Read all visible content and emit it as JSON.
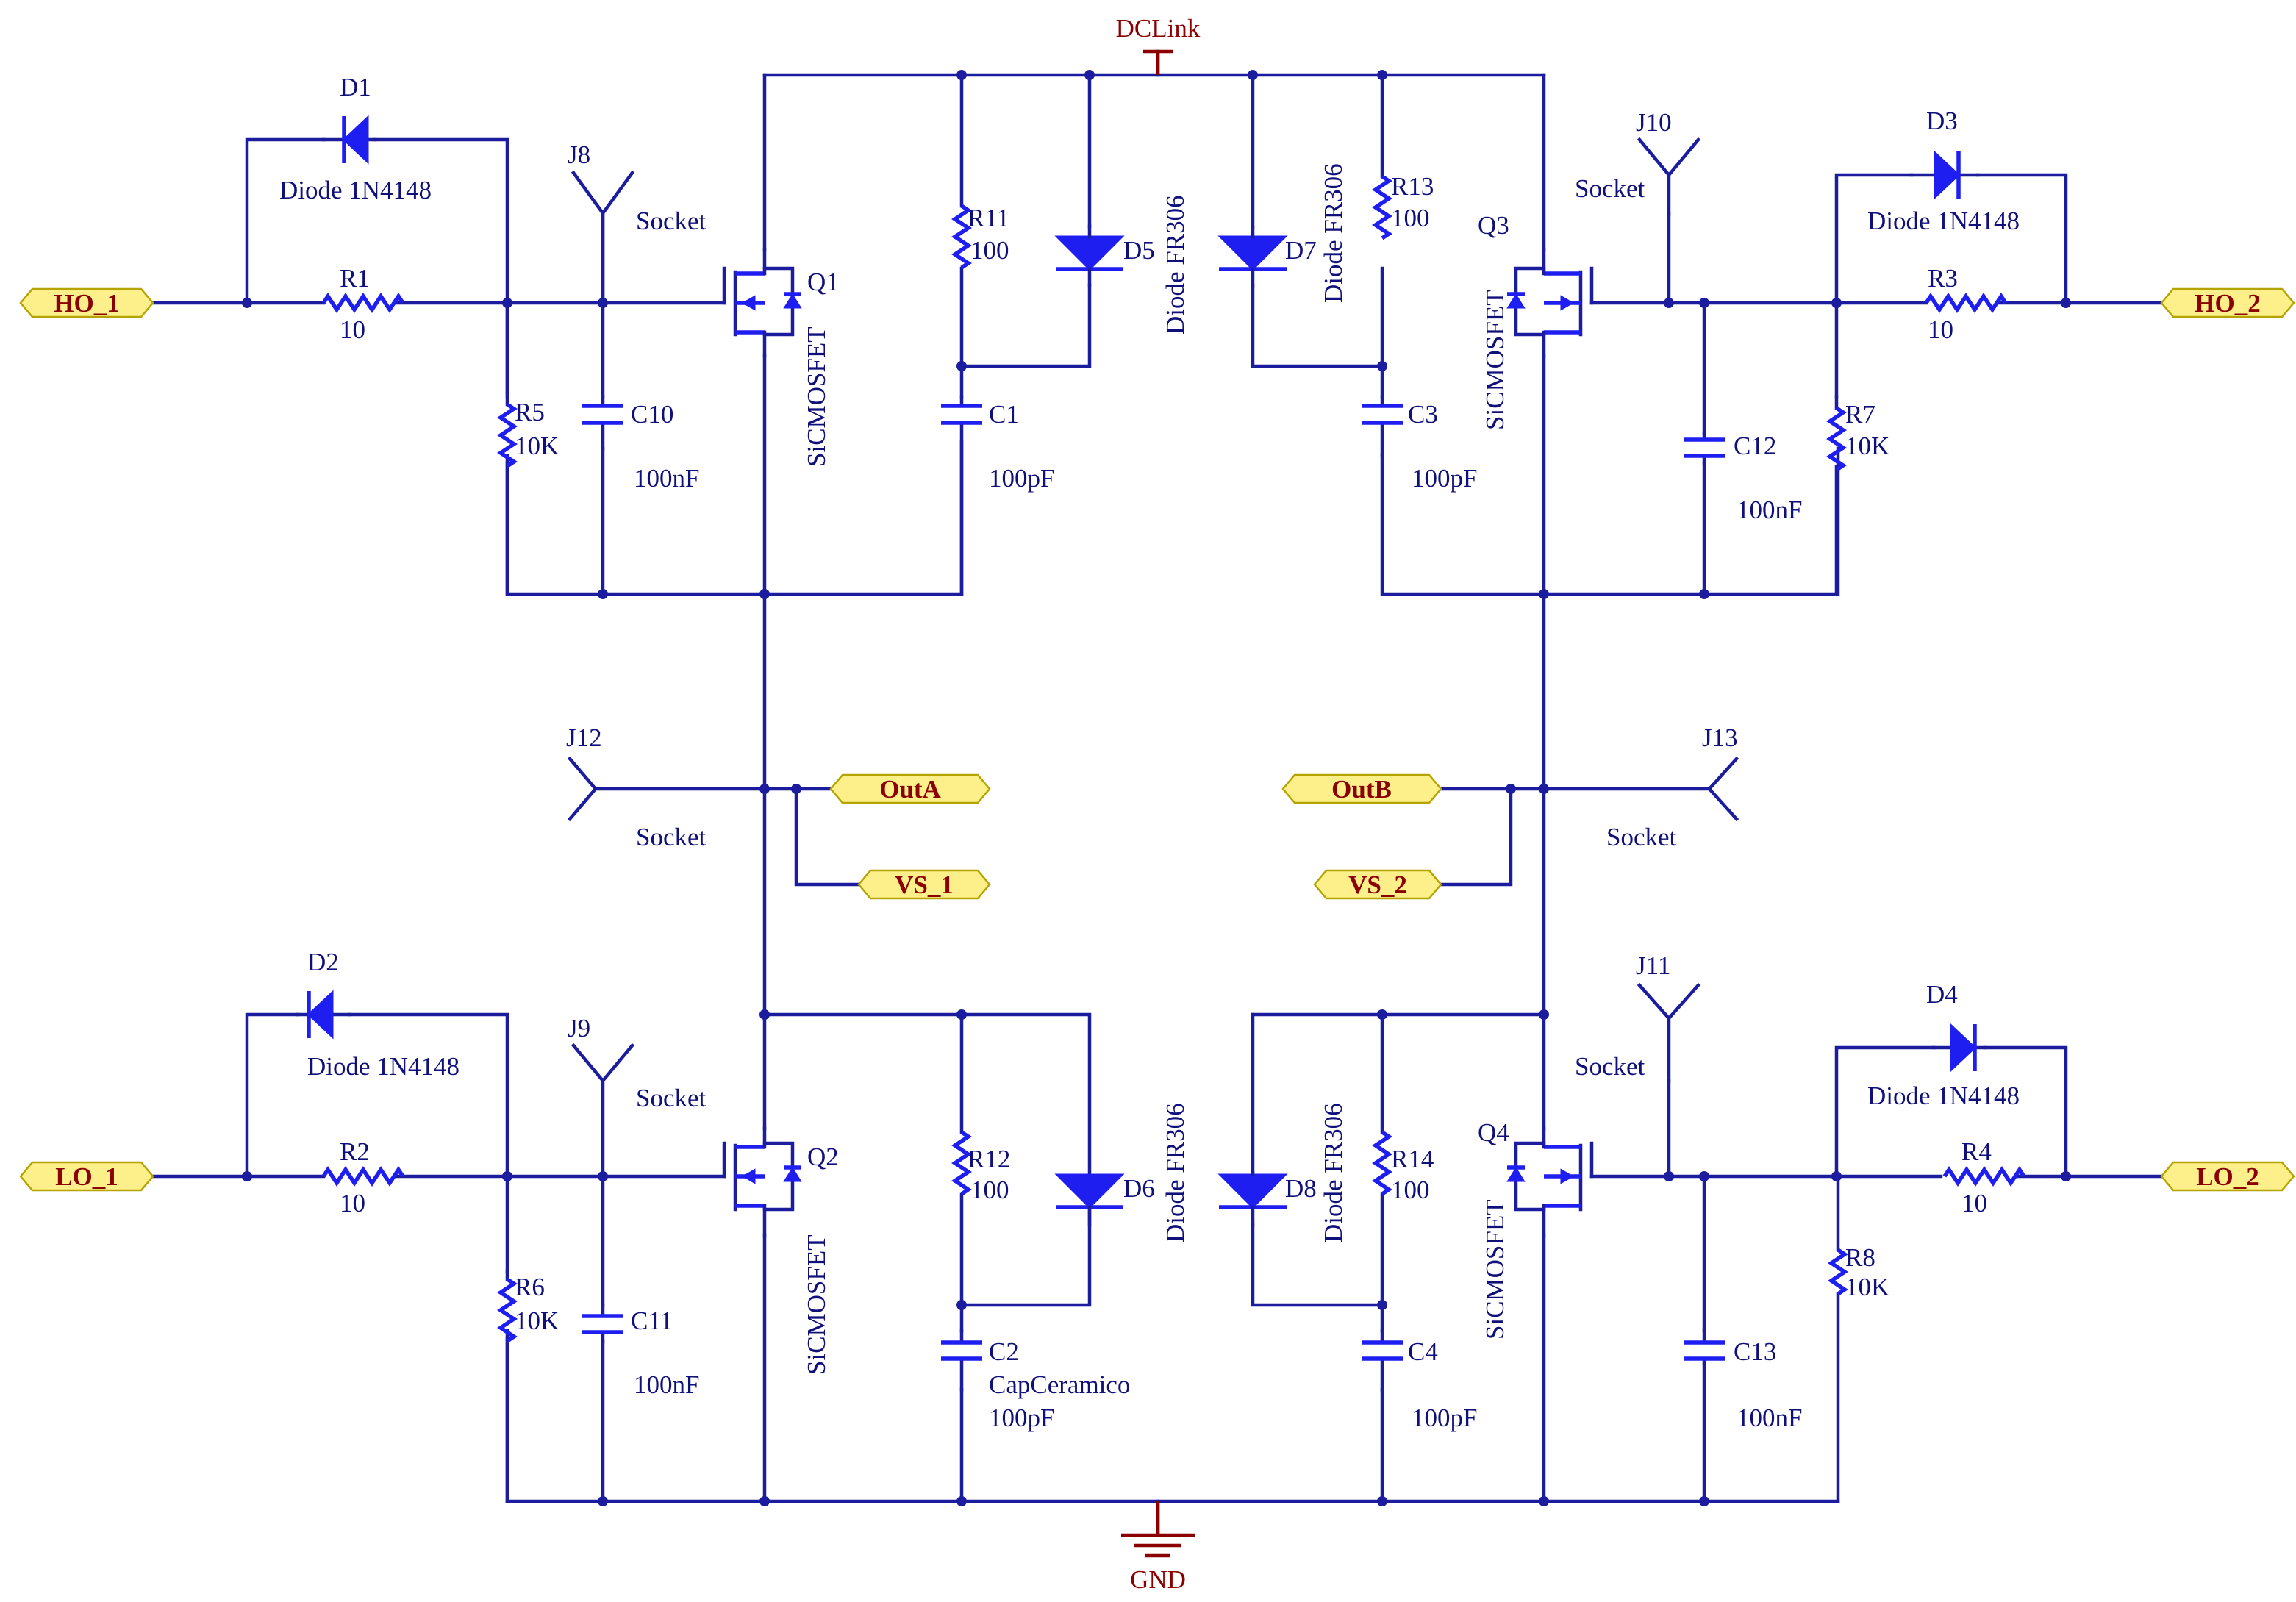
{
  "power": {
    "dclink": "DCLink",
    "gnd": "GND"
  },
  "ports": {
    "ho1": "HO_1",
    "ho2": "HO_2",
    "lo1": "LO_1",
    "lo2": "LO_2",
    "outa": "OutA",
    "outb": "OutB",
    "vs1": "VS_1",
    "vs2": "VS_2"
  },
  "components": {
    "d1": {
      "ref": "D1",
      "value": "Diode 1N4148"
    },
    "d2": {
      "ref": "D2",
      "value": "Diode 1N4148"
    },
    "d3": {
      "ref": "D3",
      "value": "Diode 1N4148"
    },
    "d4": {
      "ref": "D4",
      "value": "Diode 1N4148"
    },
    "d5": {
      "ref": "D5",
      "value": "Diode FR306"
    },
    "d6": {
      "ref": "D6",
      "value": "Diode FR306"
    },
    "d7": {
      "ref": "D7",
      "value": "Diode FR306"
    },
    "d8": {
      "ref": "D8",
      "value": "Diode FR306"
    },
    "r1": {
      "ref": "R1",
      "value": "10"
    },
    "r2": {
      "ref": "R2",
      "value": "10"
    },
    "r3": {
      "ref": "R3",
      "value": "10"
    },
    "r4": {
      "ref": "R4",
      "value": "10"
    },
    "r5": {
      "ref": "R5",
      "value": "10K"
    },
    "r6": {
      "ref": "R6",
      "value": "10K"
    },
    "r7": {
      "ref": "R7",
      "value": "10K"
    },
    "r8": {
      "ref": "R8",
      "value": "10K"
    },
    "r11": {
      "ref": "R11",
      "value": "100"
    },
    "r12": {
      "ref": "R12",
      "value": "100"
    },
    "r13": {
      "ref": "R13",
      "value": "100"
    },
    "r14": {
      "ref": "R14",
      "value": "100"
    },
    "c1": {
      "ref": "C1",
      "value": "100pF"
    },
    "c2": {
      "ref": "C2",
      "type": "CapCeramico",
      "value": "100pF"
    },
    "c3": {
      "ref": "C3",
      "value": "100pF"
    },
    "c4": {
      "ref": "C4",
      "value": "100pF"
    },
    "c10": {
      "ref": "C10",
      "value": "100nF"
    },
    "c11": {
      "ref": "C11",
      "value": "100nF"
    },
    "c12": {
      "ref": "C12",
      "value": "100nF"
    },
    "c13": {
      "ref": "C13",
      "value": "100nF"
    },
    "q1": {
      "ref": "Q1",
      "value": "SiCMOSFET"
    },
    "q2": {
      "ref": "Q2",
      "value": "SiCMOSFET"
    },
    "q3": {
      "ref": "Q3",
      "value": "SiCMOSFET"
    },
    "q4": {
      "ref": "Q4",
      "value": "SiCMOSFET"
    },
    "j8": {
      "ref": "J8",
      "value": "Socket"
    },
    "j9": {
      "ref": "J9",
      "value": "Socket"
    },
    "j10": {
      "ref": "J10",
      "value": "Socket"
    },
    "j11": {
      "ref": "J11",
      "value": "Socket"
    },
    "j12": {
      "ref": "J12",
      "value": "Socket"
    },
    "j13": {
      "ref": "J13",
      "value": "Socket"
    }
  }
}
